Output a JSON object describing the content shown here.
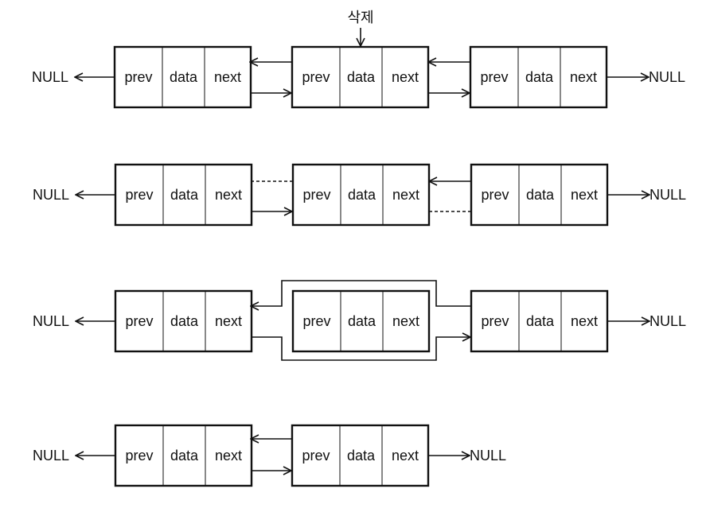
{
  "fields": [
    "prev",
    "data",
    "next"
  ],
  "null_label": "NULL",
  "delete_label": "삭제",
  "colors": {
    "stroke": "#111111",
    "background": "#ffffff"
  }
}
